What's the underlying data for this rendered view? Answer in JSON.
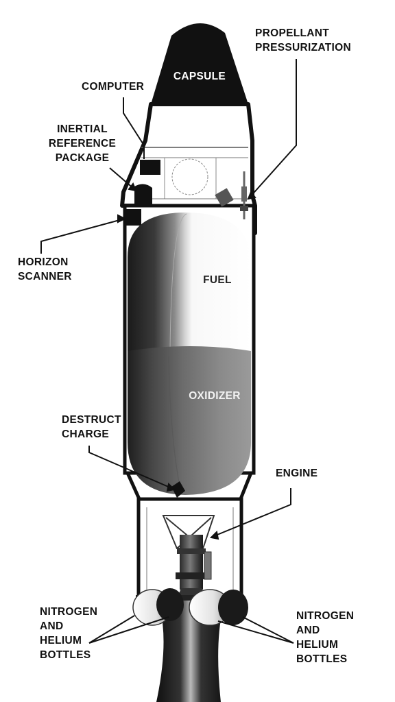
{
  "labels": {
    "capsule": "CAPSULE",
    "computer": "COMPUTER",
    "propellant_pressurization": [
      "PROPELLANT",
      "PRESSURIZATION"
    ],
    "inertial_reference_package": [
      "INERTIAL",
      "REFERENCE",
      "PACKAGE"
    ],
    "horizon_scanner": [
      "HORIZON",
      "SCANNER"
    ],
    "fuel": "FUEL",
    "oxidizer": "OXIDIZER",
    "destruct_charge": [
      "DESTRUCT",
      "CHARGE"
    ],
    "engine": "ENGINE",
    "bottles_left": [
      "NITROGEN",
      "AND",
      "HELIUM",
      "BOTTLES"
    ],
    "bottles_right": [
      "NITROGEN",
      "AND",
      "HELIUM",
      "BOTTLES"
    ]
  },
  "colors": {
    "ink": "#111111",
    "capsule_text": "#ffffff",
    "fuel_text": "#222222",
    "oxidizer_text": "#f2f2f2"
  }
}
